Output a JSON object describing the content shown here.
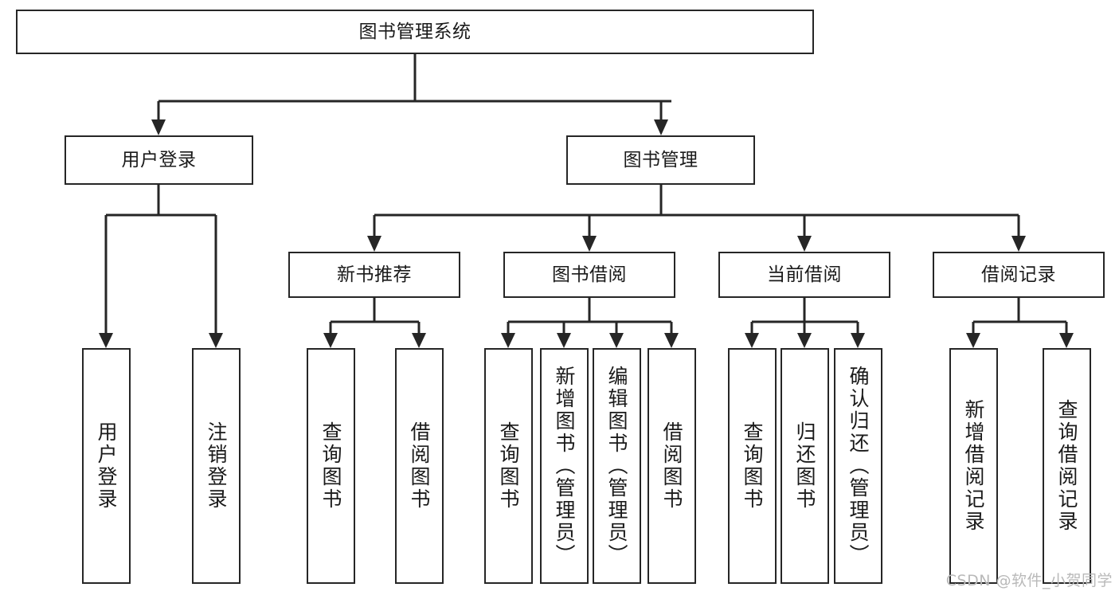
{
  "diagram": {
    "type": "tree-hierarchy",
    "title": "图书管理系统",
    "watermark": "CSDN @软件_小贺同学",
    "colors": {
      "stroke": "#262626",
      "node_fill": "#ffffff",
      "text": "#1a1a1a",
      "background": "#ffffff",
      "watermark": "#b9b9b9"
    },
    "nodes": {
      "root": {
        "label": "图书管理系统",
        "orientation": "horizontal"
      },
      "level2": [
        {
          "id": "user-login",
          "label": "用户登录",
          "orientation": "horizontal"
        },
        {
          "id": "book-management",
          "label": "图书管理",
          "orientation": "horizontal"
        }
      ],
      "level3": [
        {
          "id": "new-book-recommend",
          "label": "新书推荐",
          "orientation": "horizontal"
        },
        {
          "id": "book-borrow",
          "label": "图书借阅",
          "orientation": "horizontal"
        },
        {
          "id": "current-borrow",
          "label": "当前借阅",
          "orientation": "horizontal"
        },
        {
          "id": "borrow-record",
          "label": "借阅记录",
          "orientation": "horizontal"
        }
      ],
      "leaves": [
        {
          "id": "leaf-user-login",
          "label": "用户登录",
          "parent": "user-login",
          "orientation": "vertical"
        },
        {
          "id": "leaf-user-logout",
          "label": "注销登录",
          "parent": "user-login",
          "orientation": "vertical"
        },
        {
          "id": "leaf-query-book-1",
          "label": "查询图书",
          "parent": "new-book-recommend",
          "orientation": "vertical"
        },
        {
          "id": "leaf-borrow-book-1",
          "label": "借阅图书",
          "parent": "new-book-recommend",
          "orientation": "vertical"
        },
        {
          "id": "leaf-query-book-2",
          "label": "查询图书",
          "parent": "book-borrow",
          "orientation": "vertical"
        },
        {
          "id": "leaf-add-book",
          "label": "新增图书（管理员）",
          "parent": "book-borrow",
          "orientation": "vertical"
        },
        {
          "id": "leaf-edit-book",
          "label": "编辑图书（管理员）",
          "parent": "book-borrow",
          "orientation": "vertical"
        },
        {
          "id": "leaf-borrow-book-2",
          "label": "借阅图书",
          "parent": "book-borrow",
          "orientation": "vertical"
        },
        {
          "id": "leaf-query-book-3",
          "label": "查询图书",
          "parent": "current-borrow",
          "orientation": "vertical"
        },
        {
          "id": "leaf-return-book",
          "label": "归还图书",
          "parent": "current-borrow",
          "orientation": "vertical"
        },
        {
          "id": "leaf-confirm-return",
          "label": "确认归还（管理员）",
          "parent": "current-borrow",
          "orientation": "vertical"
        },
        {
          "id": "leaf-add-record",
          "label": "新增借阅记录",
          "parent": "borrow-record",
          "orientation": "vertical"
        },
        {
          "id": "leaf-query-record",
          "label": "查询借阅记录",
          "parent": "borrow-record",
          "orientation": "vertical"
        }
      ]
    }
  }
}
